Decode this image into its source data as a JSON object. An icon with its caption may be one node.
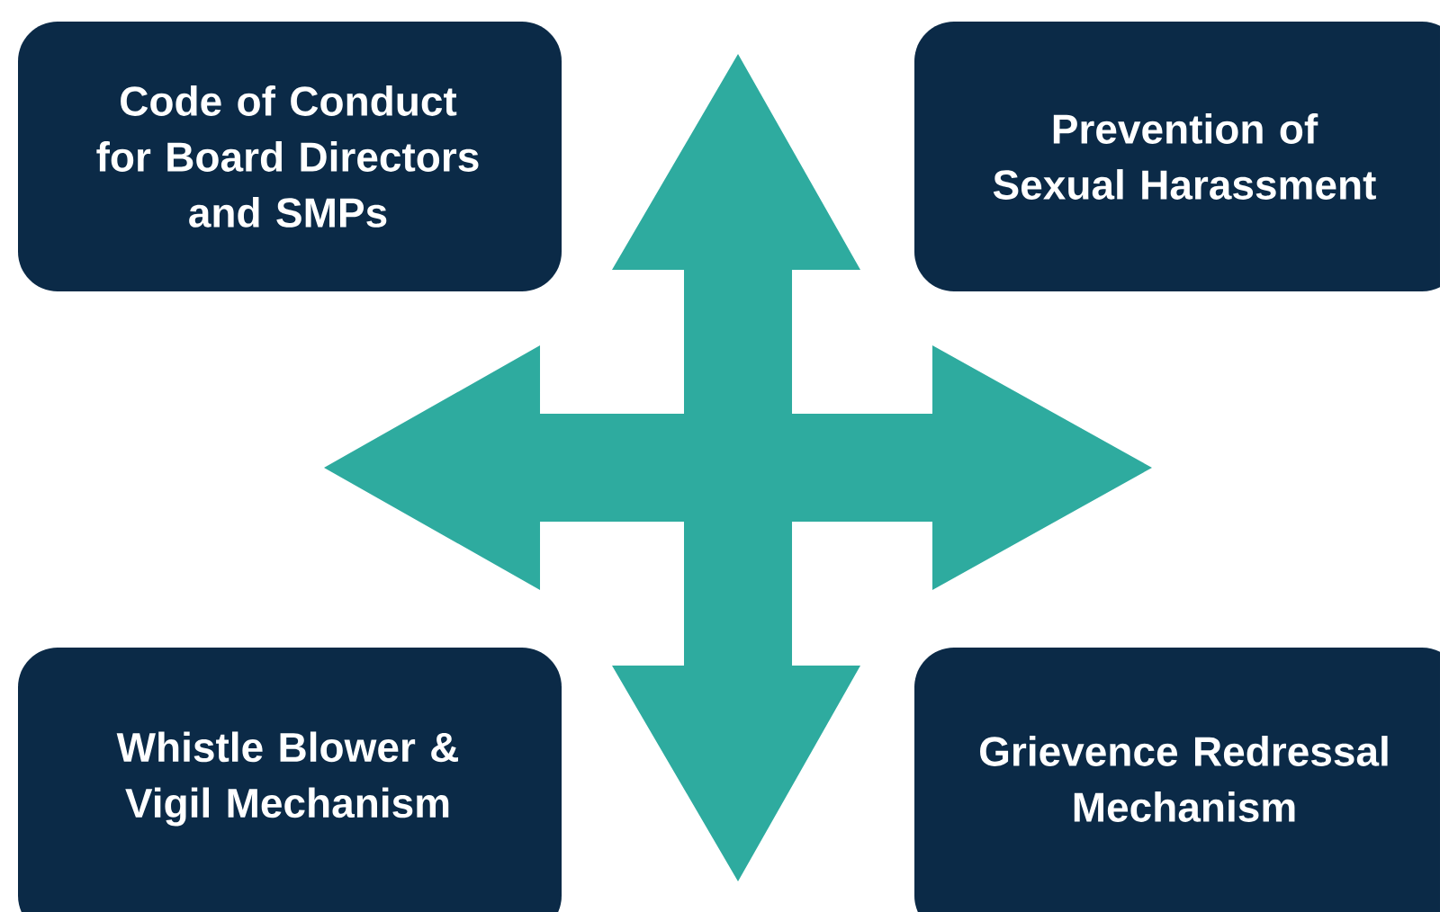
{
  "diagram": {
    "nodes": [
      {
        "text": [
          "Code of Conduct for Board Directors and SMPs"
        ]
      },
      {
        "text": [
          "Prevention of Sexual Harassment"
        ]
      },
      {
        "text": [
          "Whistle Blower & Vigil Mechanism"
        ]
      },
      {
        "text": [
          "Grievence Redressal Mechanism"
        ]
      }
    ]
  }
}
